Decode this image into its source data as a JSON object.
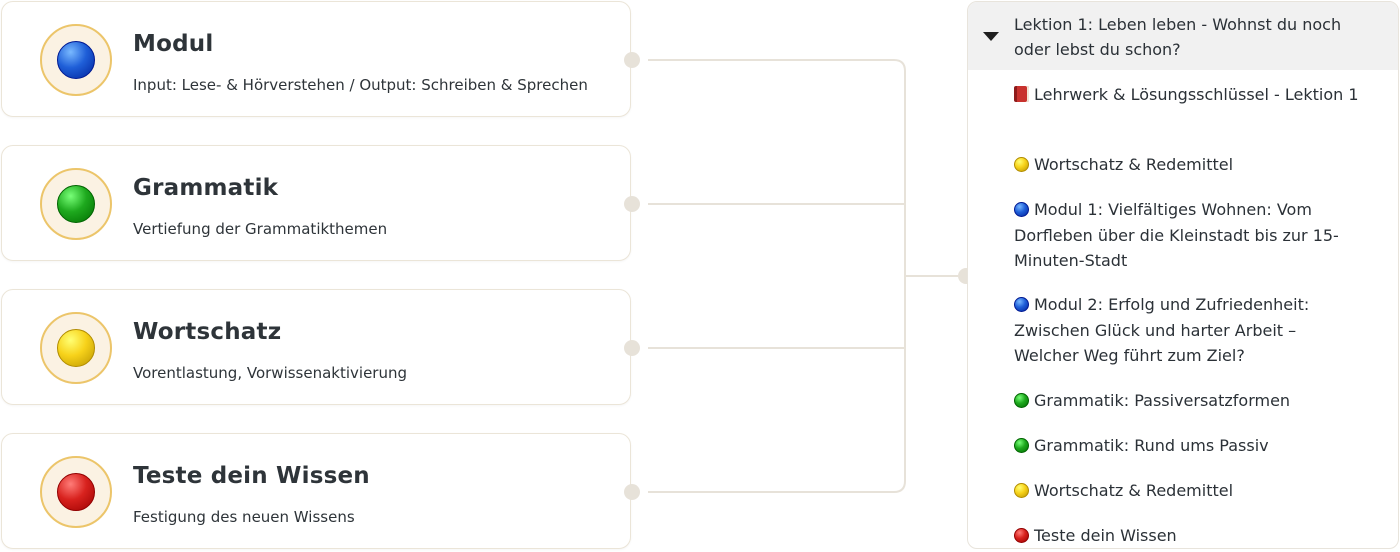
{
  "cards": [
    {
      "title": "Modul",
      "desc": "Input: Lese- & Hörverstehen / Output: Schreiben & Sprechen",
      "color": "blue"
    },
    {
      "title": "Grammatik",
      "desc": "Vertiefung der Grammatikthemen",
      "color": "green"
    },
    {
      "title": "Wortschatz",
      "desc": "Vorentlastung, Vorwissenaktivierung",
      "color": "yellow"
    },
    {
      "title": "Teste dein Wissen",
      "desc": "Festigung des neuen Wissens",
      "color": "red"
    }
  ],
  "colors": {
    "blue": "#1f5fd8",
    "green": "#1ea91e",
    "yellow": "#f7d21a",
    "red": "#d8221e",
    "book": "#c8322e",
    "connector": "#e7e2d9"
  },
  "panel": {
    "title": "Lektion 1: Leben leben - Wohnst du noch oder lebst du schon?",
    "items": [
      {
        "icon": "book-icon",
        "text": "Lehrwerk & Lösungsschlüssel - Lektion 1"
      },
      {
        "icon": "yellow-circle-icon",
        "text": "Wortschatz & Redemittel"
      },
      {
        "icon": "blue-circle-icon",
        "text": "Modul 1: Vielfältiges Wohnen: Vom Dorfleben über die Kleinstadt bis zur 15-Minuten-Stadt"
      },
      {
        "icon": "blue-circle-icon",
        "text": "Modul 2: Erfolg und Zufriedenheit: Zwischen Glück und harter Arbeit – Welcher Weg führt zum Ziel?"
      },
      {
        "icon": "green-circle-icon",
        "text": "Grammatik: Passiversatzformen"
      },
      {
        "icon": "green-circle-icon",
        "text": "Grammatik: Rund ums Passiv"
      },
      {
        "icon": "yellow-circle-icon",
        "text": "Wortschatz & Redemittel"
      },
      {
        "icon": "red-circle-icon",
        "text": "Teste dein Wissen"
      }
    ]
  }
}
